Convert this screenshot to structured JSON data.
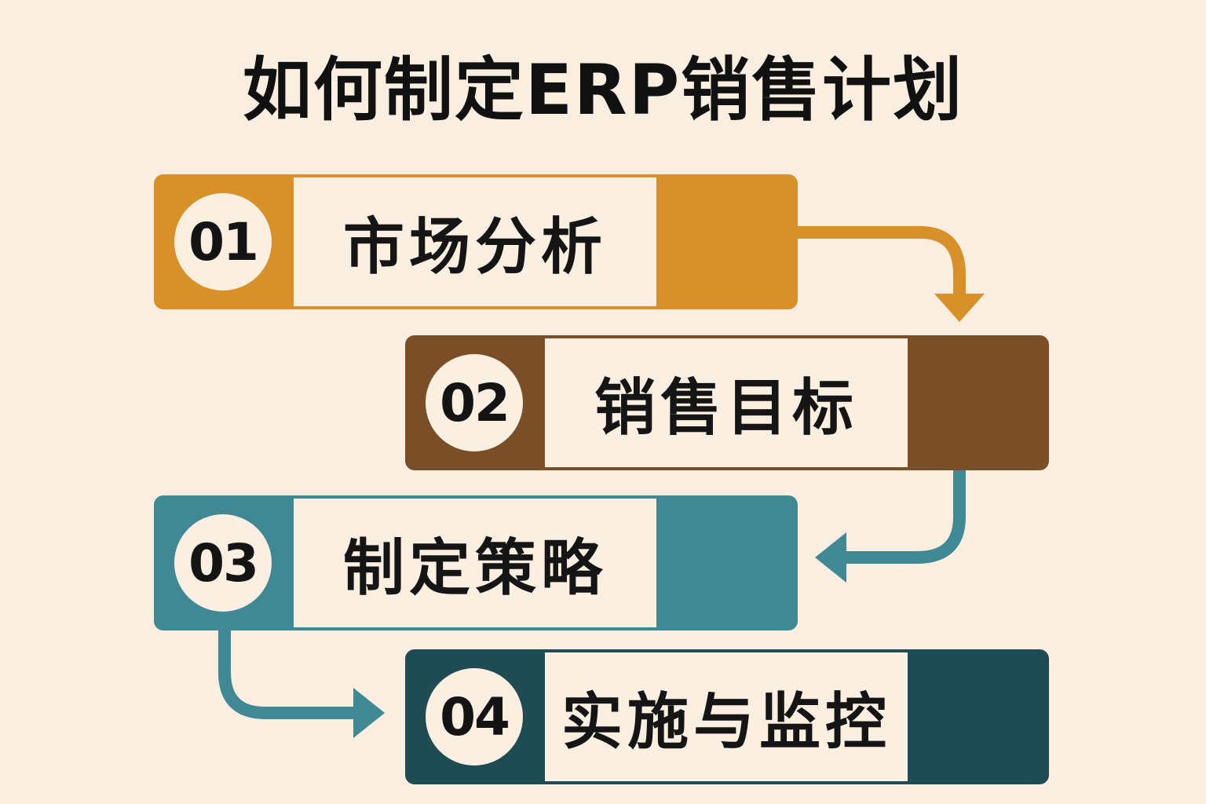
{
  "title": "如何制定ERP销售计划",
  "colors": {
    "background": "#f9eee0",
    "panel": "#faefe1",
    "step1": "#d89029",
    "step2": "#7a4f27",
    "step3": "#3f8894",
    "step4": "#1f4b53"
  },
  "steps": [
    {
      "number": "01",
      "label": "市场分析"
    },
    {
      "number": "02",
      "label": "销售目标"
    },
    {
      "number": "03",
      "label": "制定策略"
    },
    {
      "number": "04",
      "label": "实施与监控"
    }
  ]
}
